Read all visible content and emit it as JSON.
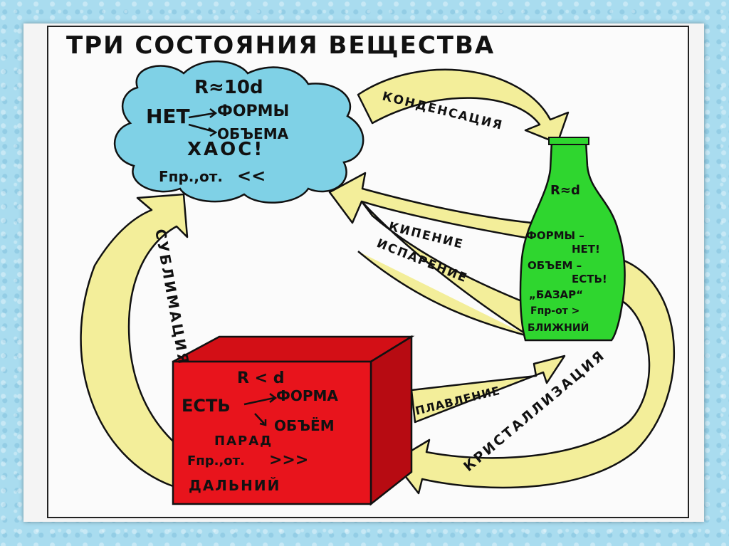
{
  "title": "ТРИ СОСТОЯНИЯ ВЕЩЕСТВА",
  "gas": {
    "r_relation": "R≈10d",
    "no": "НЕТ",
    "form": "ФОРМЫ",
    "volume": "ОБЪЕМА",
    "chaos": "ХАОС!",
    "force": "Fпр.,от.",
    "force_sign": "<<"
  },
  "liquid": {
    "r_relation": "R≈d",
    "form": "ФОРМЫ –",
    "form_no": "НЕТ!",
    "volume": "ОБЪЕМ –",
    "volume_yes": "ЕСТЬ!",
    "bazaar": "„БАЗАР“",
    "force": "Fпр-от >",
    "range": "БЛИЖНИЙ"
  },
  "solid": {
    "r_relation": "R < d",
    "has": "ЕСТЬ",
    "form": "ФОРМА",
    "volume": "ОБЪЁМ",
    "parade": "ПАРАД",
    "force": "Fпр.,от.",
    "force_sign": ">>>",
    "range": "ДАЛЬНИЙ"
  },
  "transitions": {
    "condensation": "КОНДЕНСАЦИЯ",
    "boiling": "КИПЕНИЕ",
    "evaporation": "ИСПАРЕНИЕ",
    "melting": "ПЛАВЛЕНИЕ",
    "crystallization": "КРИСТАЛЛИЗАЦИЯ",
    "sublimation": "СУБЛИМАЦИЯ"
  },
  "colors": {
    "arrow_fill": "#f3ee9a",
    "cloud_fill": "#7fd1e6",
    "bottle_fill": "#2fd62f",
    "cube_front": "#e8141c",
    "cube_top": "#d30f16",
    "cube_side": "#b70b12"
  }
}
